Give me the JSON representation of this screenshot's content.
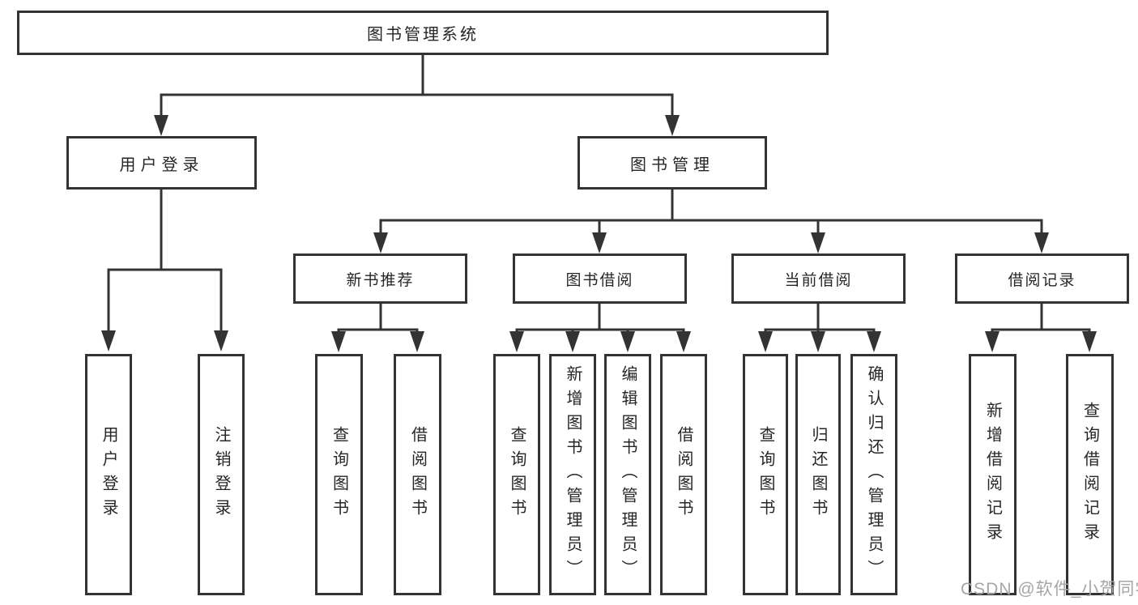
{
  "tree": {
    "root": {
      "label": "图书管理系统",
      "children": [
        {
          "label": "用户登录",
          "children": [
            {
              "label": "用户登录"
            },
            {
              "label": "注销登录"
            }
          ]
        },
        {
          "label": "图书管理",
          "children": [
            {
              "label": "新书推荐",
              "children": [
                {
                  "label": "查询图书"
                },
                {
                  "label": "借阅图书"
                }
              ]
            },
            {
              "label": "图书借阅",
              "children": [
                {
                  "label": "查询图书"
                },
                {
                  "label": "新增图书（管理员）"
                },
                {
                  "label": "编辑图书（管理员）"
                },
                {
                  "label": "借阅图书"
                }
              ]
            },
            {
              "label": "当前借阅",
              "children": [
                {
                  "label": "查询图书"
                },
                {
                  "label": "归还图书"
                },
                {
                  "label": "确认归还（管理员）"
                }
              ]
            },
            {
              "label": "借阅记录",
              "children": [
                {
                  "label": "新增借阅记录"
                },
                {
                  "label": "查询借阅记录"
                }
              ]
            }
          ]
        }
      ]
    }
  },
  "watermark": "CSDN @软件_小贺同学",
  "colors": {
    "line": "#333333",
    "text": "#262626",
    "watermark": "#a6a6a6",
    "background": "#ffffff"
  }
}
